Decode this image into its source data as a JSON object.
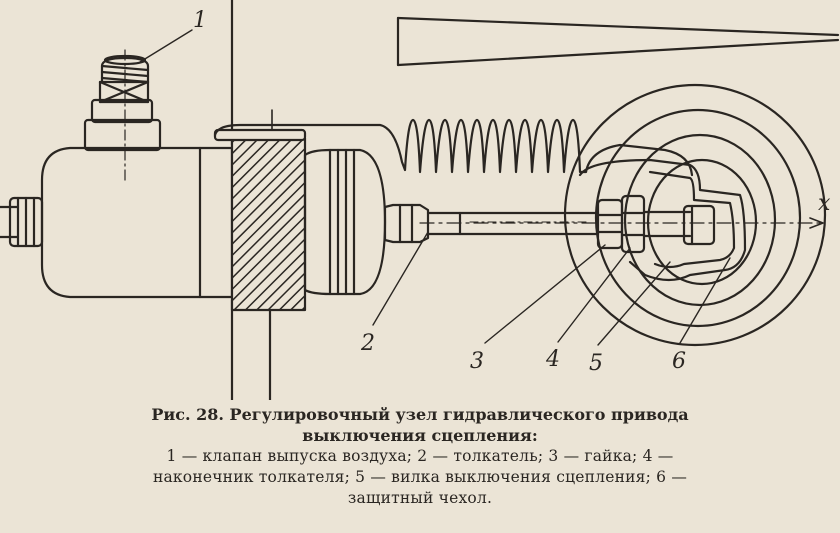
{
  "figure": {
    "axis_label": "x",
    "labels": [
      "1",
      "2",
      "3",
      "4",
      "5",
      "6"
    ]
  },
  "caption": {
    "title_line1": "Рис. 28. Регулировочный узел гидравлического привода",
    "title_line2": "выключения сцепления:",
    "legend_line1": "1 — клапан выпуска воздуха; 2 — толкатель; 3 — гайка; 4 —",
    "legend_line2": "наконечник толкателя; 5 — вилка выключения сцепления; 6 —",
    "legend_line3": "защитный чехол."
  }
}
